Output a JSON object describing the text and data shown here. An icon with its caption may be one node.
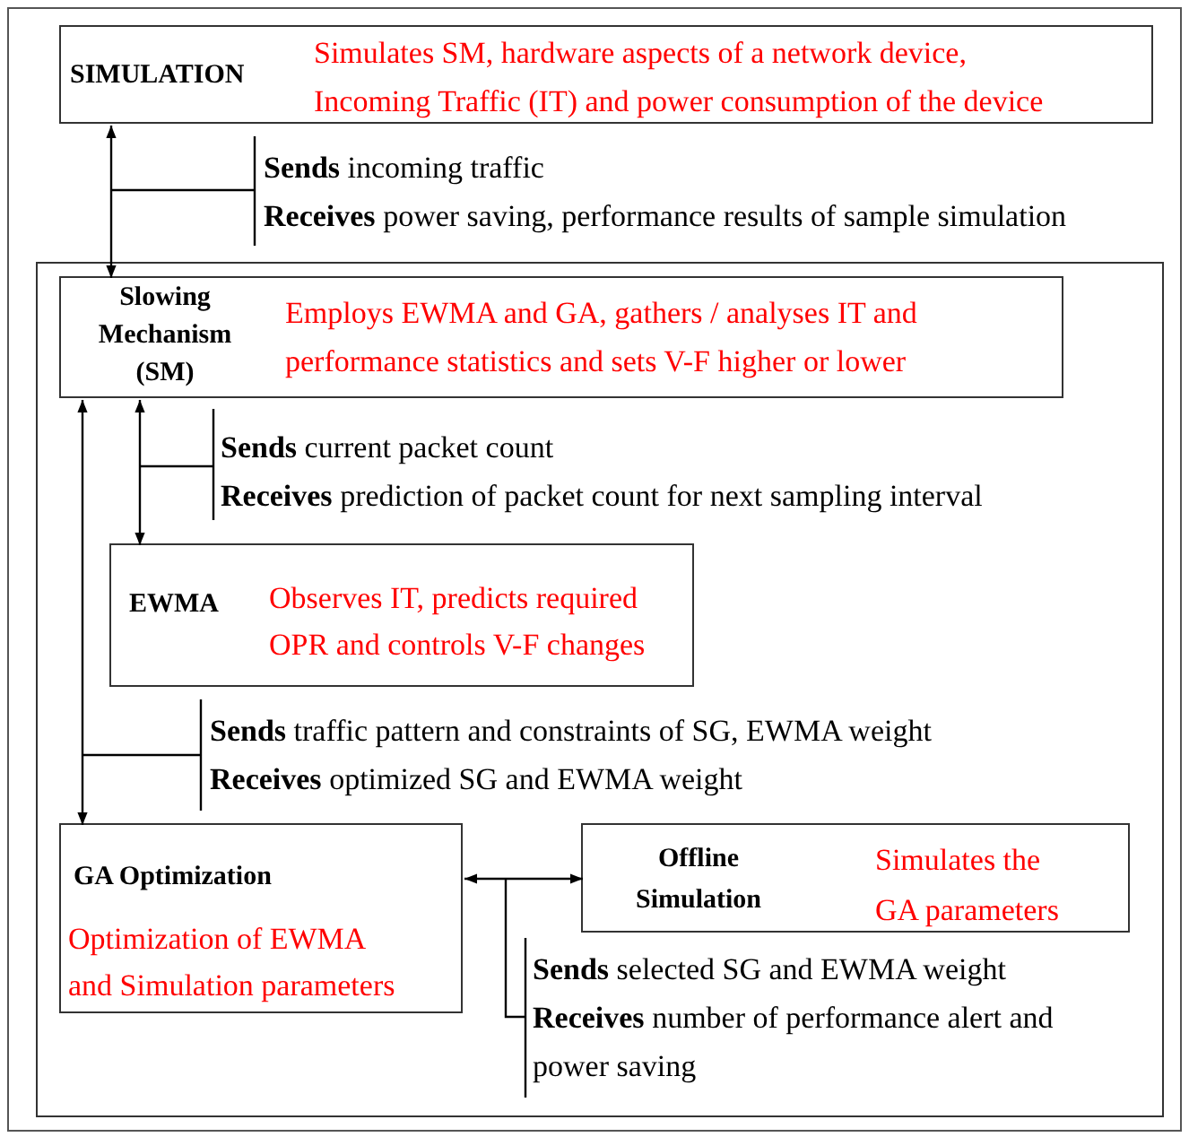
{
  "diagram": {
    "nodes": [
      {
        "text": [
          "SIMULATION",
          "Simulates SM, hardware aspects of a network device, Incoming Traffic (IT)  and power consumption of the device"
        ]
      },
      {
        "text": [],
        "shape": "box"
      },
      {
        "text": [
          "Slowing Mechanism (SM)",
          "Employs EWMA and GA, gathers / analyses IT and performance statistics and sets V-F higher or lower"
        ],
        "in": 1
      },
      {
        "text": [
          "EWMA",
          "Observes IT,  predicts required OPR and controls V-F changes"
        ],
        "in": 1
      },
      {
        "text": [
          "GA Optimization",
          "Optimization of EWMA and Simulation parameters"
        ],
        "in": 1
      },
      {
        "text": [
          "Offline Simulation",
          "Simulates the GA parameters"
        ],
        "in": 1
      }
    ],
    "edges": [
      {
        "from": 0,
        "to": 2,
        "arrow": "both",
        "label": "**Sends** incoming traffic **Receives** power saving, performance results of sample simulation"
      },
      {
        "from": 2,
        "to": 3,
        "arrow": "both",
        "label": "**Sends** current packet count **Receives** prediction of packet count for next sampling interval"
      },
      {
        "from": 2,
        "to": 4,
        "arrow": "both",
        "label": "**Sends** traffic pattern and constraints of SG, EWMA weight **Receives** optimized SG and EWMA weight"
      },
      {
        "from": 4,
        "to": 5,
        "arrow": "both",
        "label": "**Sends** selected SG and EWMA weight **Receives** number of performance alert and power saving"
      }
    ]
  }
}
